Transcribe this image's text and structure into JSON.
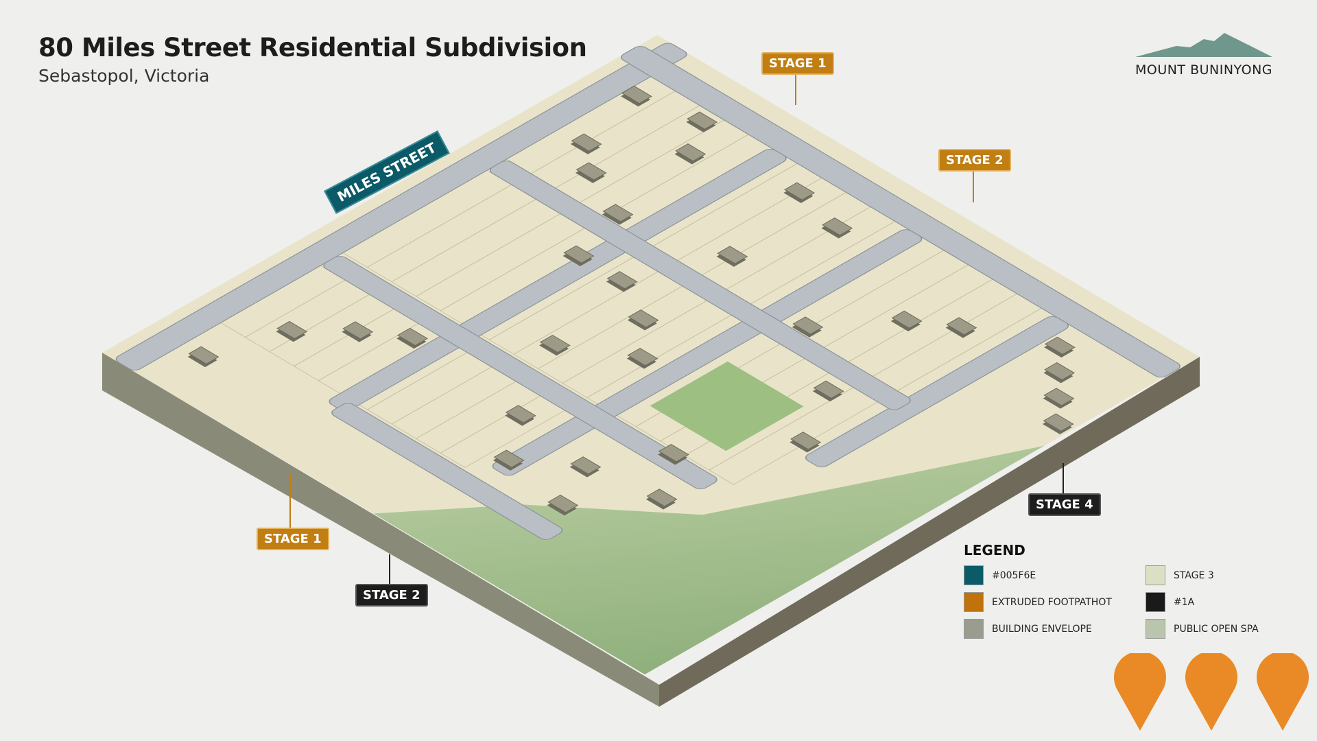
{
  "header": {
    "title": "80 Miles Street Residential Subdivision",
    "subtitle": "Sebastopol, Victoria"
  },
  "logo": {
    "name": "MOUNT BUNINYONG"
  },
  "street_label": "MILES STREET",
  "stage_tags": [
    {
      "label": "STAGE 1",
      "style": "orange"
    },
    {
      "label": "STAGE 2",
      "style": "orange"
    },
    {
      "label": "STAGE 1",
      "style": "orange"
    },
    {
      "label": "STAGE 2",
      "style": "dark"
    },
    {
      "label": "STAGE 4",
      "style": "dark"
    }
  ],
  "legend": {
    "title": "LEGEND",
    "items": [
      {
        "label": "#005F6E",
        "color": "#0b5a68"
      },
      {
        "label": "STAGE 3",
        "color": "#dcdfc4"
      },
      {
        "label": "EXTRUDED FOOTPATHOT",
        "color": "#c0720c"
      },
      {
        "label": "#1A",
        "color": "#1a1a1a"
      },
      {
        "label": "BUILDING ENVELOPE",
        "color": "#9a9c90"
      },
      {
        "label": "PUBLIC OPEN SPA",
        "color": "#b9c6ad"
      }
    ]
  },
  "colors": {
    "accent_orange": "#c17e12",
    "teal": "#0b5a68",
    "pin": "#ea8a26",
    "road": "#b8bec3",
    "lot": "#e8e3c8",
    "green": "#a9c48e"
  }
}
